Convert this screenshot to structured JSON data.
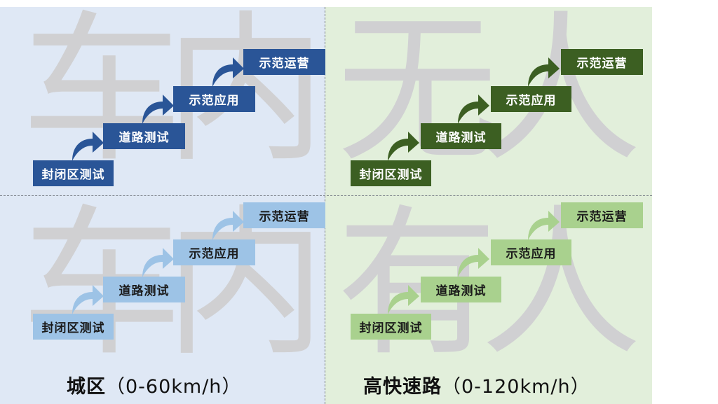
{
  "quadrants": {
    "top_left": {
      "watermark": [
        "车",
        "内"
      ],
      "style": "dark-blue",
      "steps": [
        "封闭区测试",
        "道路测试",
        "示范应用",
        "示范运营"
      ]
    },
    "top_right": {
      "watermark": [
        "无",
        "人"
      ],
      "style": "dark-green",
      "steps": [
        "封闭区测试",
        "道路测试",
        "示范应用",
        "示范运营"
      ]
    },
    "bottom_left": {
      "watermark": [
        "车",
        "内"
      ],
      "style": "light-blue",
      "steps": [
        "封闭区测试",
        "道路测试",
        "示范应用",
        "示范运营"
      ]
    },
    "bottom_right": {
      "watermark": [
        "有",
        "人"
      ],
      "style": "light-green",
      "steps": [
        "封闭区测试",
        "道路测试",
        "示范应用",
        "示范运营"
      ]
    }
  },
  "captions": {
    "left": {
      "label": "城区",
      "range": "（0-60km/h）"
    },
    "right": {
      "label": "高快速路",
      "range": "（0-120km/h）"
    }
  },
  "colors": {
    "dark_blue": "#2a5597",
    "dark_green": "#3c5f22",
    "light_blue": "#9dc3e6",
    "light_green": "#a9d18e",
    "bg_left": "#dfe8f5",
    "bg_right": "#e2efdb"
  }
}
